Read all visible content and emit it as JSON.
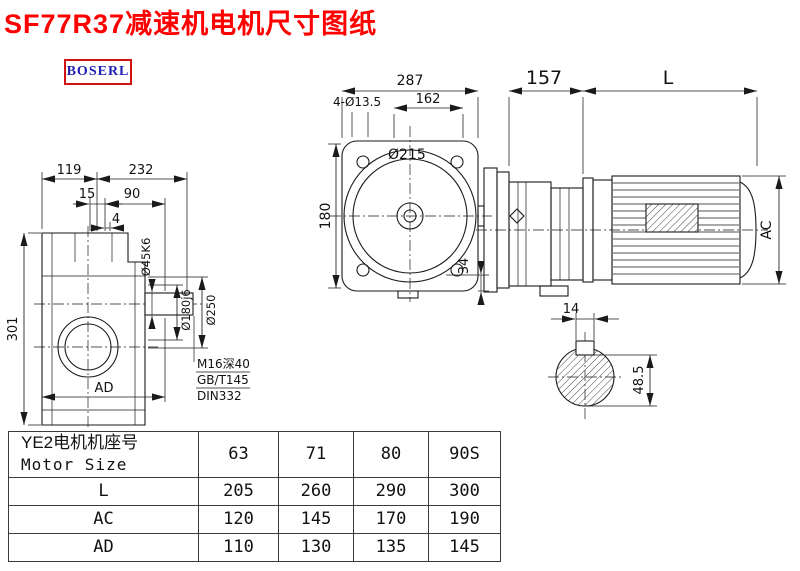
{
  "page": {
    "title": "SF77R37减速机电机尺寸图纸",
    "brand": "BOSERL"
  },
  "colors": {
    "title_red": "#ff0000",
    "brand_blue": "#1f1fb4",
    "brand_border_red": "#d01212",
    "line_black": "#1a1a1a"
  },
  "views": {
    "front": {
      "d287": "287",
      "d162": "162",
      "holes": "4-Ø13.5",
      "d215": "Ø215",
      "d180": "180",
      "d34": "34"
    },
    "side": {
      "d157": "157",
      "dL": "L",
      "dAC": "AC"
    },
    "shaft": {
      "d14": "14",
      "d485": "48.5"
    },
    "left": {
      "d119": "119",
      "d232": "232",
      "d15": "15",
      "d90": "90",
      "d4": "4",
      "d301": "301",
      "dAD": "AD",
      "d45": "Ø45K6",
      "d180j6": "Ø180j6",
      "d250": "Ø250",
      "m16a": "M16深40",
      "m16b": "GB/T145",
      "m16c": "DIN332"
    }
  },
  "table": {
    "header": {
      "label_line1": "YE2电机机座号",
      "label_line2": "Motor Size",
      "values": [
        "63",
        "71",
        "80",
        "90S"
      ]
    },
    "rows": [
      {
        "label": "L",
        "values": [
          "205",
          "260",
          "290",
          "300"
        ]
      },
      {
        "label": "AC",
        "values": [
          "120",
          "145",
          "170",
          "190"
        ]
      },
      {
        "label": "AD",
        "values": [
          "110",
          "130",
          "135",
          "145"
        ]
      }
    ]
  }
}
